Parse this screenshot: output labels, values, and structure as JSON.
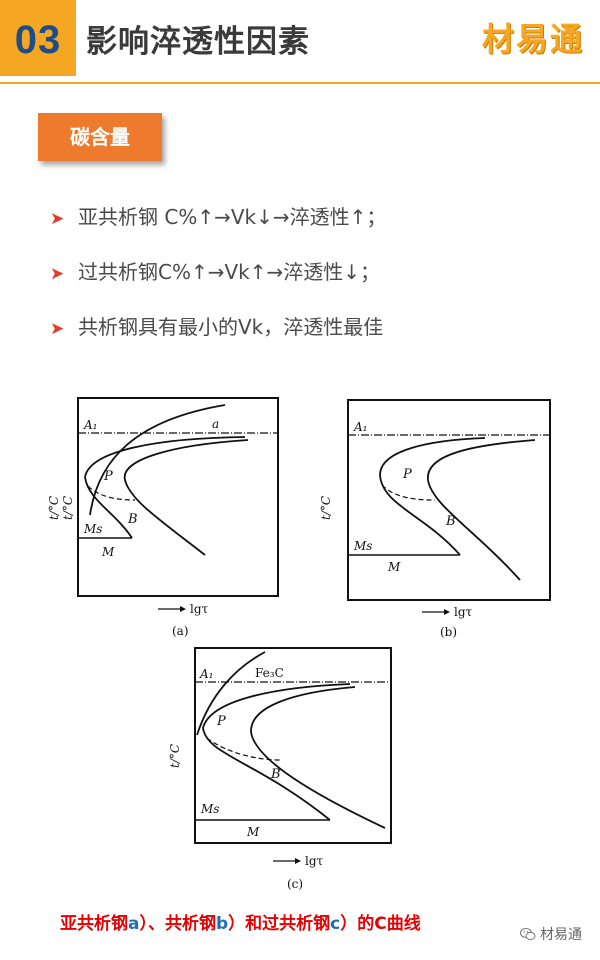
{
  "header": {
    "number": "03",
    "title": "影响淬透性因素",
    "brand": "材易通"
  },
  "tag": "碳含量",
  "bullets": [
    "亚共析钢 C%↑→Vk↓→淬透性↑；",
    "过共析钢C%↑→Vk↑→淬透性↓；",
    "共析钢具有最小的Vk，淬透性最佳"
  ],
  "figures": {
    "a": {
      "label": "(a)",
      "A1": "A₁",
      "a_curve": "a",
      "P": "P",
      "B": "B",
      "Ms": "Ms",
      "M": "M",
      "xaxis": "lgτ",
      "yaxis": "t/°C"
    },
    "b": {
      "label": "(b)",
      "A1": "A₁",
      "P": "P",
      "B": "B",
      "Ms": "Ms",
      "M": "M",
      "xaxis": "lgτ",
      "yaxis": "t/°C"
    },
    "c": {
      "label": "(c)",
      "A1": "A₁",
      "fe3c": "Fe₃C",
      "P": "P",
      "B": "B",
      "Ms": "Ms",
      "M": "M",
      "xaxis": "lgτ",
      "yaxis": "t/°C"
    }
  },
  "caption": {
    "p1": "亚共析钢",
    "p2": "a",
    "p3": "）、共析钢",
    "p4": "b",
    "p5": "）和过共析钢",
    "p6": "c",
    "p7": "）的C曲线"
  },
  "watermark": "材易通",
  "colors": {
    "accent": "#f5a623",
    "tag": "#ee7a2d",
    "number": "#1d4e89",
    "caption_red": "#e60000",
    "caption_blue": "#1f6fb5",
    "bullet_arrow": "#e23b2a"
  }
}
